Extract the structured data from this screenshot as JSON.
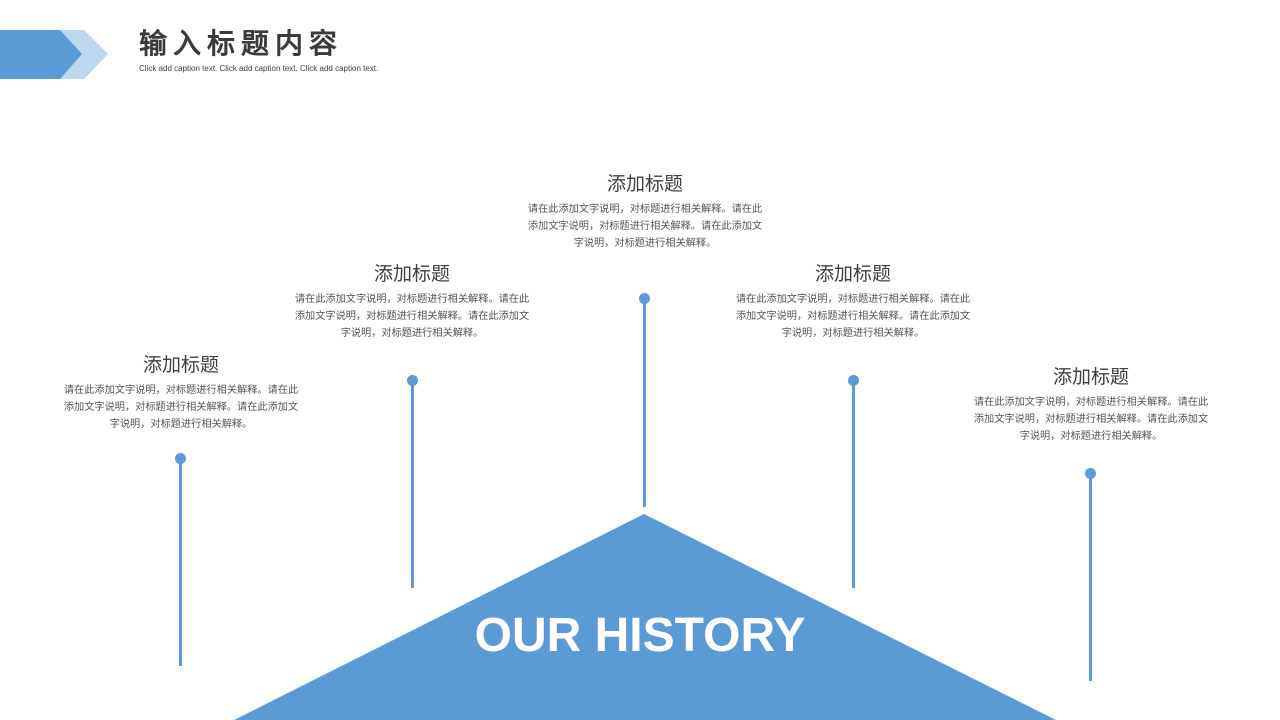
{
  "header": {
    "title": "输入标题内容",
    "caption": "Click add caption text. Click  add caption text. Click add caption text."
  },
  "colors": {
    "primary": "#5b9bd5",
    "primary_light": "#bdd7ee",
    "title_text": "#3a3a3a",
    "body_text": "#555555"
  },
  "center_label": "OUR HISTORY",
  "items": [
    {
      "title": "添加标题",
      "desc": "请在此添加文字说明，对标题进行相关解释。请在此添加文字说明，对标题进行相关解释。请在此添加文字说明，对标题进行相关解释。"
    },
    {
      "title": "添加标题",
      "desc": "请在此添加文字说明，对标题进行相关解释。请在此添加文字说明，对标题进行相关解释。请在此添加文字说明，对标题进行相关解释。"
    },
    {
      "title": "添加标题",
      "desc": "请在此添加文字说明，对标题进行相关解释。请在此添加文字说明，对标题进行相关解释。请在此添加文字说明，对标题进行相关解释。"
    },
    {
      "title": "添加标题",
      "desc": "请在此添加文字说明，对标题进行相关解释。请在此添加文字说明，对标题进行相关解释。请在此添加文字说明，对标题进行相关解释。"
    },
    {
      "title": "添加标题",
      "desc": "请在此添加文字说明，对标题进行相关解释。请在此添加文字说明，对标题进行相关解释。请在此添加文字说明，对标题进行相关解释。"
    }
  ]
}
